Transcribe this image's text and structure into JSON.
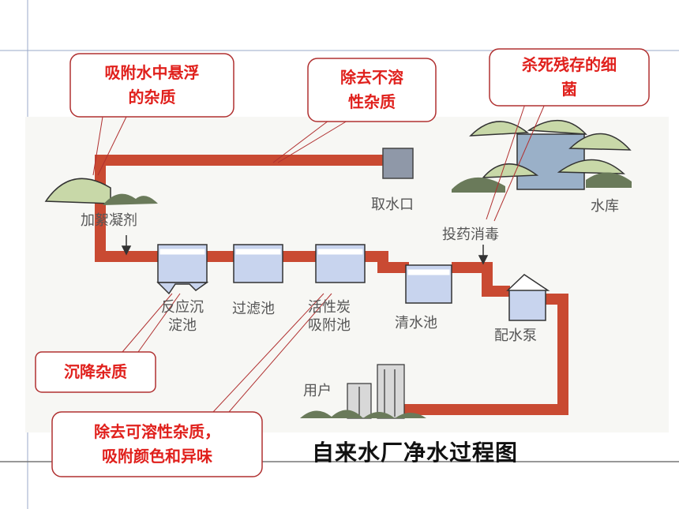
{
  "callouts": {
    "flocculant_note": "吸附水中悬浮\n的杂质",
    "pipe_note": "除去不溶\n性杂质",
    "disinfect_note": "杀死残存的细\n菌",
    "settling_note": "沉降杂质",
    "carbon_note": "除去可溶性杂质，\n吸附颜色和异味"
  },
  "labels": {
    "flocculant": "加絮凝剂",
    "intake": "取水口",
    "reservoir": "水库",
    "disinfect": "投药消毒",
    "settling_tank": "反应沉\n淀池",
    "filter_tank": "过滤池",
    "carbon_tank": "活性炭\n吸附池",
    "clear_tank": "清水池",
    "pump": "配水泵",
    "users": "用户"
  },
  "caption": "自来水厂净水过程图",
  "colors": {
    "pipe": "#c94a32",
    "callout_text": "#e0201c",
    "callout_border": "#b03030",
    "tank_fill": "#c8d4ee",
    "frame_line": "#3a5fb0"
  }
}
